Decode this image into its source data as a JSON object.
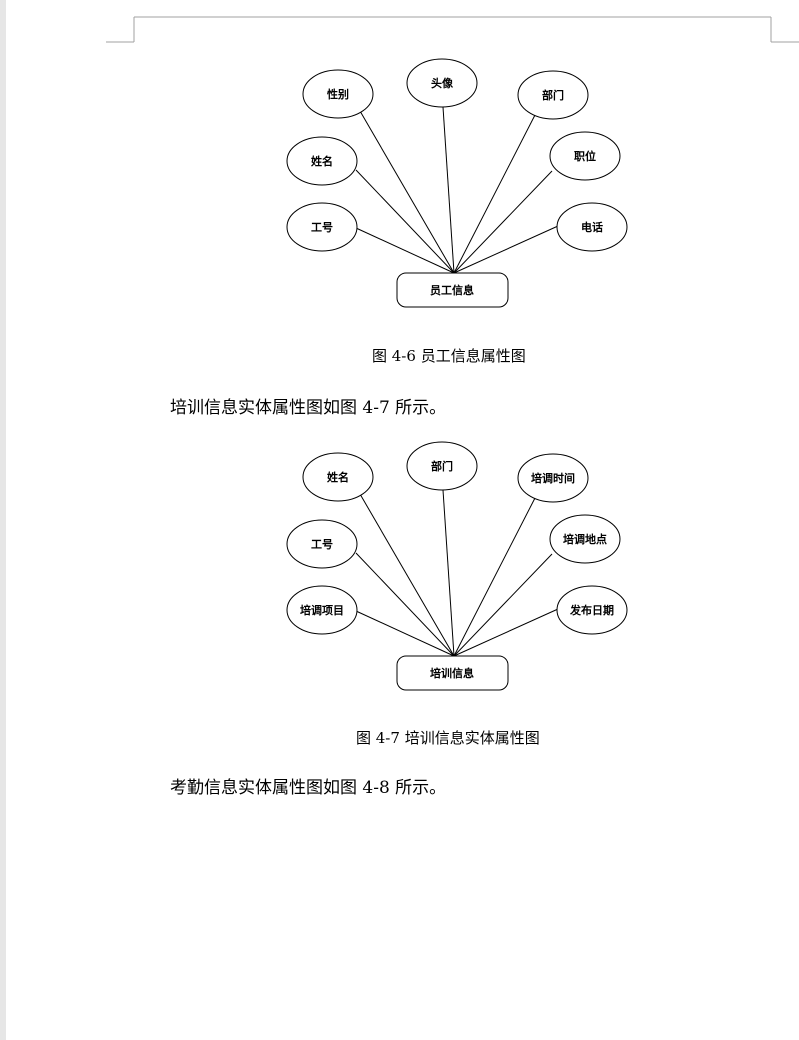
{
  "figure_4_6": {
    "caption": "图 4-6 员工信息属性图",
    "entity": "员工信息",
    "attributes": [
      "性别",
      "头像",
      "部门",
      "姓名",
      "职位",
      "工号",
      "电话"
    ]
  },
  "para_1": "培训信息实体属性图如图 4-7 所示。",
  "figure_4_7": {
    "caption": "图 4-7 培训信息实体属性图",
    "entity": "培训信息",
    "attributes": [
      "姓名",
      "部门",
      "培调时间",
      "工号",
      "培调地点",
      "培调项目",
      "发布日期"
    ]
  },
  "para_2": "考勤信息实体属性图如图 4-8 所示。"
}
